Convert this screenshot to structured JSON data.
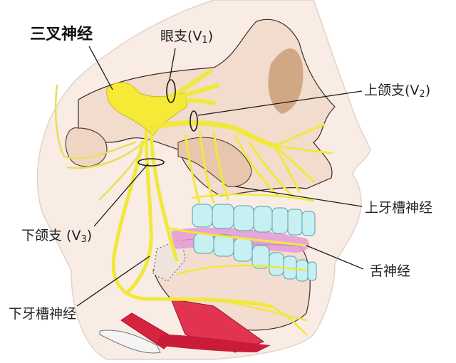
{
  "title": "三叉神经",
  "labels": {
    "ophthalmic": {
      "text": "眼支(V",
      "sub": "1",
      "close": ")"
    },
    "maxillary": {
      "text": "上颌支(V",
      "sub": "2",
      "close": ")"
    },
    "mandibular": {
      "text": "下颌支 (V",
      "sub": "3",
      "close": ")"
    },
    "superior_alveolar": "上牙槽神经",
    "lingual": "舌神经",
    "inferior_alveolar": "下牙槽神经"
  },
  "colors": {
    "skin": "#f6e6dc",
    "bone": "#f3ddd0",
    "bone_shadow": "#c9976f",
    "nerve": "#f2e83a",
    "nerve_outline": "#c9b92a",
    "teeth": "#bfeff0",
    "gum": "#e49ad8",
    "muscle": "#d8233f",
    "line": "#1a1a1a"
  }
}
